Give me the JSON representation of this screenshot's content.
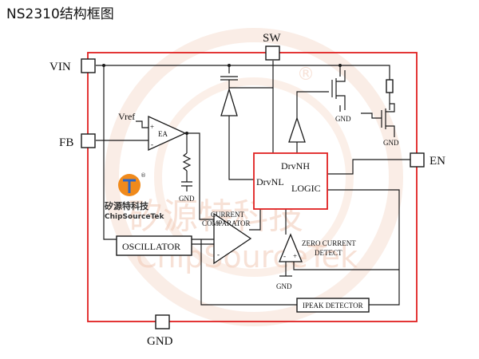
{
  "title": "NS2310结构框图",
  "pins": {
    "vin": "VIN",
    "sw": "SW",
    "fb": "FB",
    "en": "EN",
    "gnd": "GND"
  },
  "blocks": {
    "ea": "EA",
    "vref": "Vref",
    "logic": "LOGIC",
    "drvnh": "DrvNH",
    "drvnl": "DrvNL",
    "oscillator": "OSCILLATOR",
    "current_comparator": [
      "CURRENT",
      "COMPARATOR"
    ],
    "zero_current_detect": [
      "ZERO CURRENT",
      "DETECT"
    ],
    "ipeak_detector": "IPEAK DETECTOR"
  },
  "ground_labels": [
    "GND",
    "GND",
    "GND",
    "GND"
  ],
  "signs": {
    "plus": "+",
    "minus": "-"
  },
  "logo": {
    "chinese": "矽源特科技",
    "english": "ChipSourceTek",
    "registered": "®"
  },
  "watermark": {
    "chinese": "矽源特科技",
    "english": "ChipSourceTek",
    "registered": "®"
  },
  "colors": {
    "boundary": "#e02020",
    "wire": "#1a1a1a",
    "logo_orange": "#f08a1c",
    "logo_blue": "#2a66c8",
    "watermark": "#f1c9b6"
  }
}
